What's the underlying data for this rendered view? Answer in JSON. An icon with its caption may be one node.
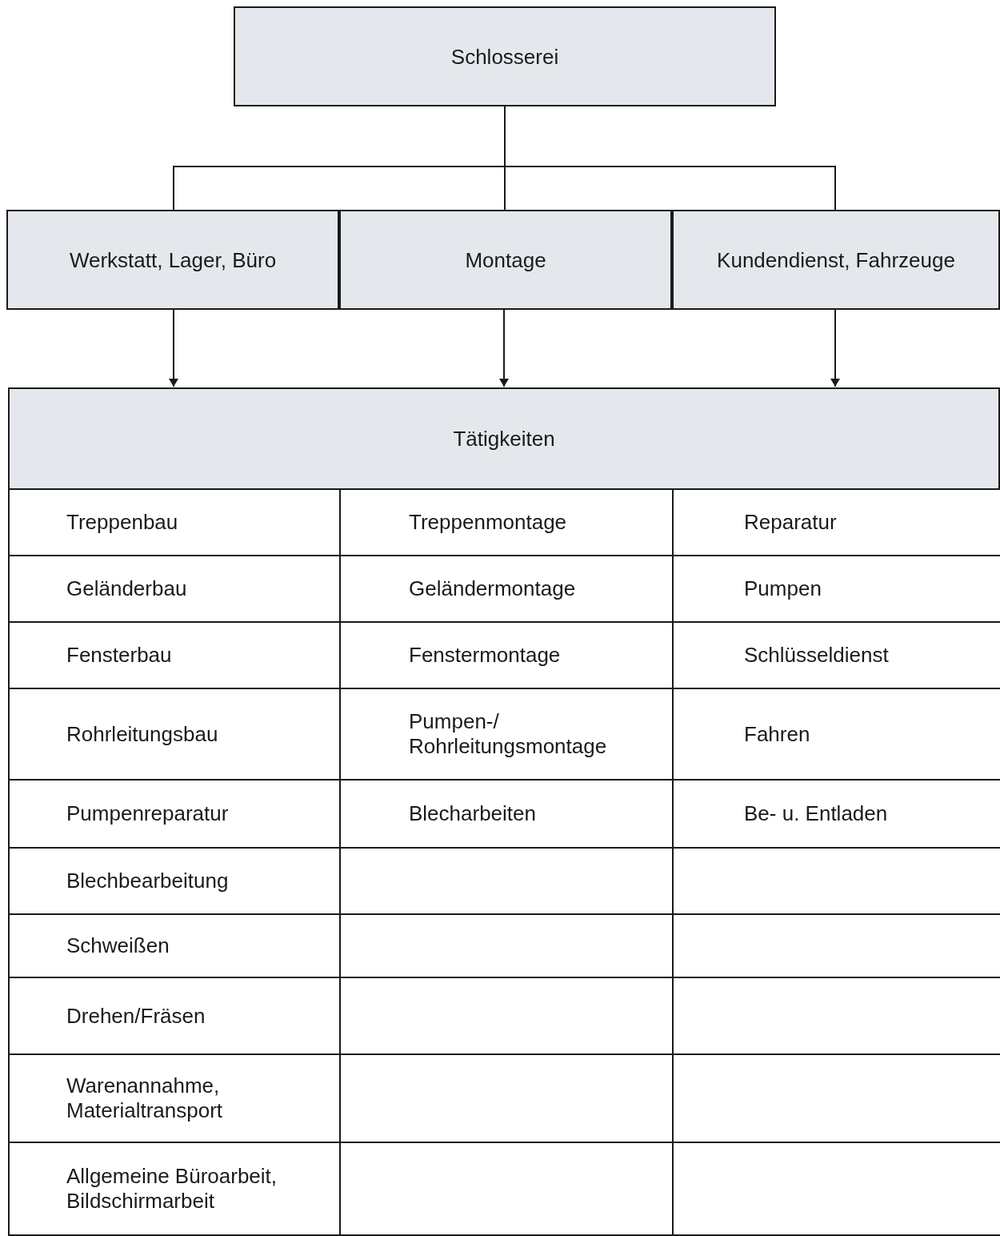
{
  "diagram": {
    "nodes": [
      {
        "text": [
          "Schlosserei"
        ]
      },
      {
        "text": [
          "Werkstatt,  Lager,  Büro"
        ]
      },
      {
        "text": [
          "Montage"
        ]
      },
      {
        "text": [
          "Kundendienst, Fahrzeuge"
        ]
      },
      {
        "text": [
          "Tätigkeiten"
        ]
      }
    ],
    "edges": [
      {
        "from": 0,
        "to": 1,
        "arrow": "none"
      },
      {
        "from": 0,
        "to": 2,
        "arrow": "none"
      },
      {
        "from": 0,
        "to": 3,
        "arrow": "none"
      },
      {
        "from": 1,
        "to": 4,
        "arrow": "to"
      },
      {
        "from": 2,
        "to": 4,
        "arrow": "to"
      },
      {
        "from": 3,
        "to": 4,
        "arrow": "to"
      }
    ],
    "labels": [
      "Treppenbau",
      "Treppenmontage",
      "Reparatur",
      "Geländerbau",
      "Geländermontage",
      "Pumpen",
      "Fensterbau",
      "Fenstermontage",
      "Schlüsseldienst",
      "Rohrleitungsbau",
      "Pumpen-/ Rohrleitungsmontage",
      "Fahren",
      "Pumpenreparatur",
      "Blecharbeiten",
      "Be- u. Entladen",
      "Blechbearbeitung",
      "Schweißen",
      "Drehen/Fräsen",
      "Warenannahme, Materialtransport",
      "Allgemeine Büroarbeit, Bildschirmarbeit"
    ]
  }
}
